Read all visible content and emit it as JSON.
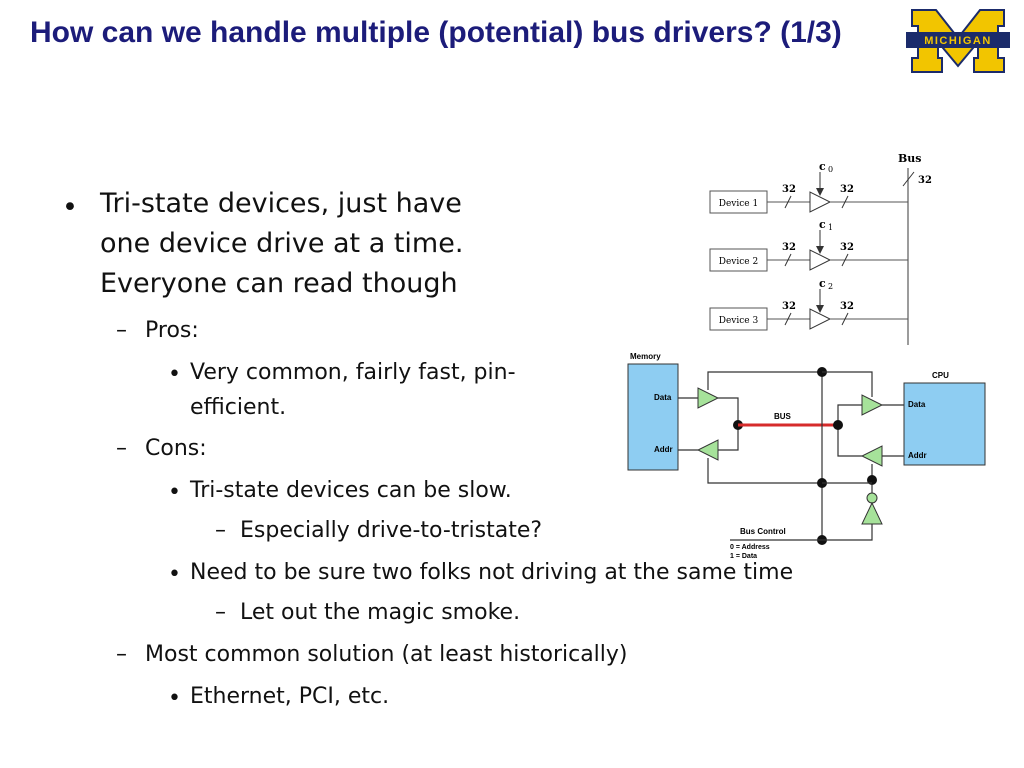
{
  "slide": {
    "title": "How can we handle multiple (potential) bus drivers? (1/3)",
    "logo_text": "MICHIGAN",
    "logo_colors": {
      "maize": "#f2c500",
      "blue": "#1b2b6b"
    },
    "title_color": "#1c1c7a"
  },
  "bullets": {
    "main_1": "Tri-state devices, just have",
    "main_2": "one device drive at a time.",
    "main_3": "Everyone can read though",
    "pros": "Pros:",
    "pros_item_1": "Very common, fairly fast, pin-",
    "pros_item_2": "efficient.",
    "cons": "Cons:",
    "cons_item": "Tri-state devices can be slow.",
    "cons_sub": "Especially drive-to-tristate?",
    "cons_item_2": "Need to be sure two folks not driving at the same time",
    "cons_sub_2": "Let out the magic smoke.",
    "solution": "Most common solution (at least historically)",
    "solution_item": "Ethernet, PCI, etc.",
    "bullet_char": "•",
    "dash_char": "–"
  },
  "diagram_top": {
    "bus_label": "Bus",
    "bus_width": "32",
    "devices": [
      {
        "label": "Device 1",
        "control": "c",
        "index": "0",
        "in_width": "32",
        "out_width": "32"
      },
      {
        "label": "Device 2",
        "control": "c",
        "index": "1",
        "in_width": "32",
        "out_width": "32"
      },
      {
        "label": "Device 3",
        "control": "c",
        "index": "2",
        "in_width": "32",
        "out_width": "32"
      }
    ]
  },
  "diagram_bottom": {
    "memory_label": "Memory",
    "cpu_label": "CPU",
    "data_label": "Data",
    "addr_label": "Addr",
    "bus_label": "BUS",
    "bus_control_label": "Bus Control",
    "bus_control_0": "0 = Address",
    "bus_control_1": "1 = Data",
    "box_color": "#8ecdf2",
    "buffer_color": "#a6e29a",
    "bus_color": "#d62b2b"
  }
}
